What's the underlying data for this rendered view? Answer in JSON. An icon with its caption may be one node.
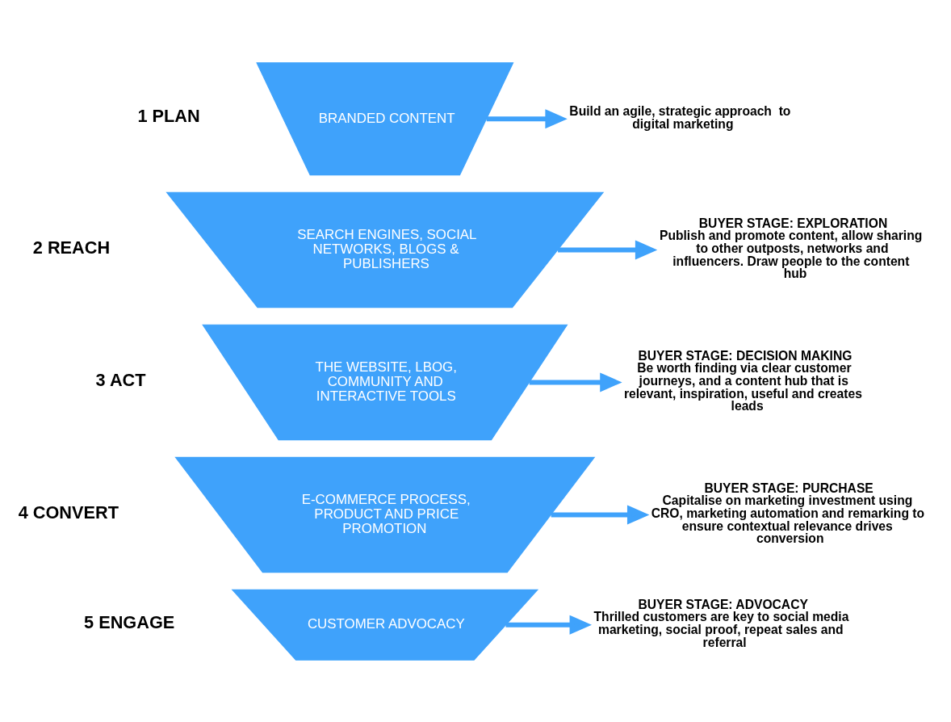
{
  "diagram": {
    "nodes": [
      {
        "text": [
          "BRANDED CONTENT"
        ],
        "beside": [
          "1 PLAN"
        ]
      },
      {
        "text": [
          "Build an agile, strategic approach  to digital marketing"
        ]
      },
      {
        "text": [
          "SEARCH ENGINES, SOCIAL NETWORKS, BLOGS & PUBLISHERS"
        ],
        "beside": [
          "2 REACH"
        ]
      },
      {
        "text": [
          "BUYER STAGE: EXPLORATION",
          "Publish and promote content, allow sharing to other outposts, networks and influencers. Draw people to the content hub"
        ]
      },
      {
        "text": [
          "THE WEBSITE, LBOG, COMMUNITY AND INTERACTIVE TOOLS"
        ],
        "beside": [
          "3 ACT"
        ]
      },
      {
        "text": [
          "BUYER STAGE: DECISION MAKING",
          "Be worth finding via clear customer journeys, and a content hub that is relevant, inspiration, useful and creates leads"
        ]
      },
      {
        "text": [
          "E-COMMERCE PROCESS, PRODUCT AND PRICE PROMOTION"
        ],
        "beside": [
          "4 CONVERT"
        ]
      },
      {
        "text": [
          "BUYER STAGE: PURCHASE",
          "Capitalise on marketing investment using CRO, marketing automation and remarking to ensure contextual relevance drives conversion"
        ]
      },
      {
        "text": [
          "CUSTOMER ADVOCACY"
        ],
        "beside": [
          "5 ENGAGE"
        ]
      },
      {
        "text": [
          "BUYER STAGE: ADVOCACY",
          "Thrilled customers are key to social media marketing, social proof, repeat sales and referral"
        ]
      }
    ],
    "edges": [
      {
        "from": 0,
        "to": 1,
        "arrow": "to"
      },
      {
        "from": 2,
        "to": 3,
        "arrow": "to"
      },
      {
        "from": 4,
        "to": 5,
        "arrow": "to"
      },
      {
        "from": 6,
        "to": 7,
        "arrow": "to"
      },
      {
        "from": 8,
        "to": 9,
        "arrow": "to"
      }
    ]
  }
}
